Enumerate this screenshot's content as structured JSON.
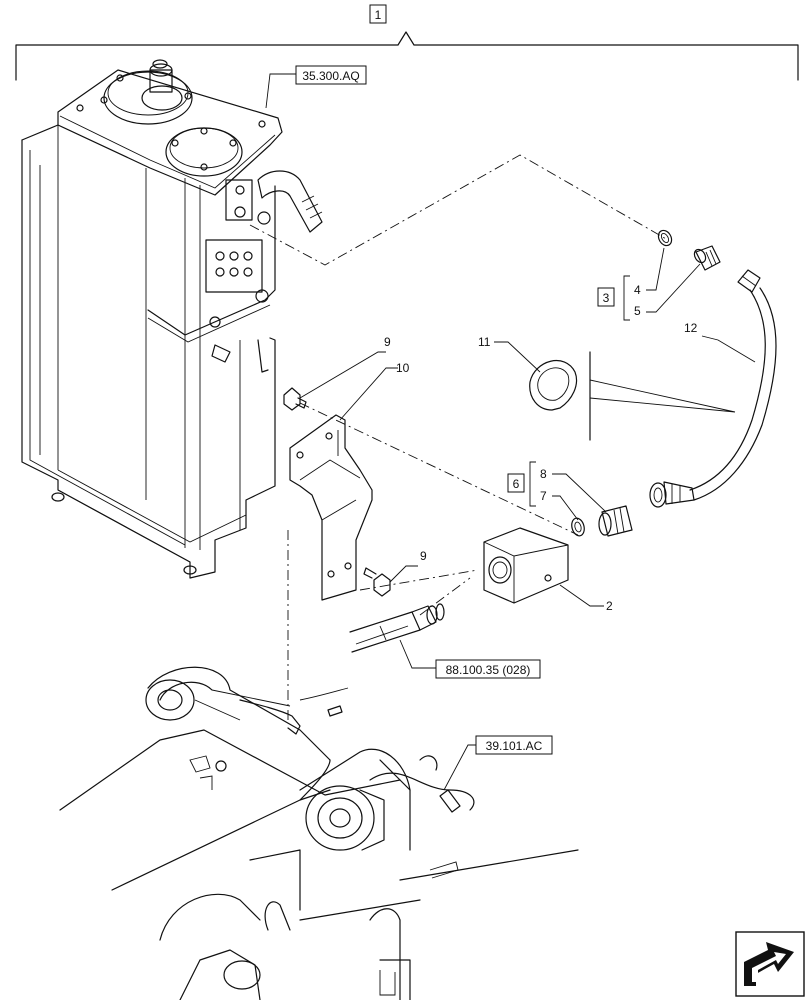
{
  "callouts": {
    "assembly_number": "1",
    "ref_tank": "35.300.AQ",
    "group_fitting_a": "3",
    "group_fitting_b": "6",
    "part_oring_a": "4",
    "part_adapter_a": "5",
    "part_oring_b": "7",
    "part_adapter_b": "8",
    "part_bolt_top": "9",
    "part_bolt_bottom": "9",
    "part_bracket": "10",
    "part_clamp": "11",
    "part_hose": "12",
    "part_block": "2",
    "ref_hose_line": "88.100.35 (028)",
    "ref_boom": "39.101.AC"
  },
  "icons": {
    "nav_arrow": "next-page-arrow-icon"
  }
}
